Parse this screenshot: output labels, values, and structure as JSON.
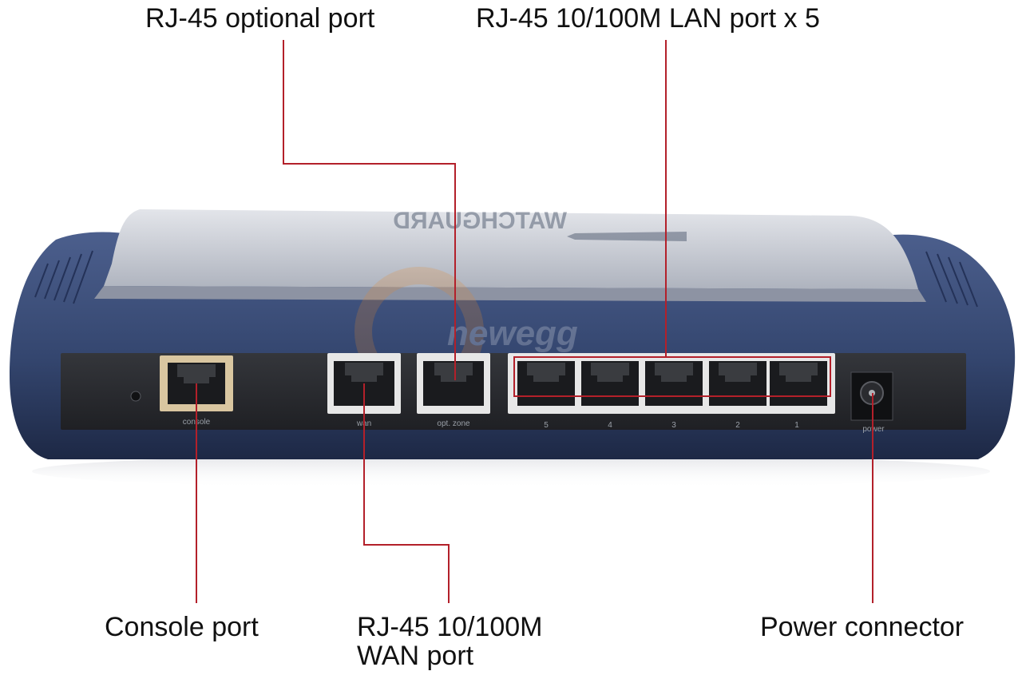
{
  "callouts": {
    "optional_port": "RJ-45 optional port",
    "lan_ports": "RJ-45 10/100M LAN port x 5",
    "console_port": "Console port",
    "wan_line1": "RJ-45 10/100M",
    "wan_line2": "WAN port",
    "power": "Power connector"
  },
  "device_labels": {
    "console": "console",
    "wan": "wan",
    "opt_zone": "opt. zone",
    "lan_numbers": [
      "5",
      "4",
      "3",
      "2",
      "1"
    ],
    "power": "power"
  },
  "colors": {
    "leader_line": "#b3202a",
    "device_body": "#3c4f7c",
    "device_top": "#c9ccd3",
    "panel": "#2a2c30",
    "port_frame": "#d9c6a0"
  }
}
